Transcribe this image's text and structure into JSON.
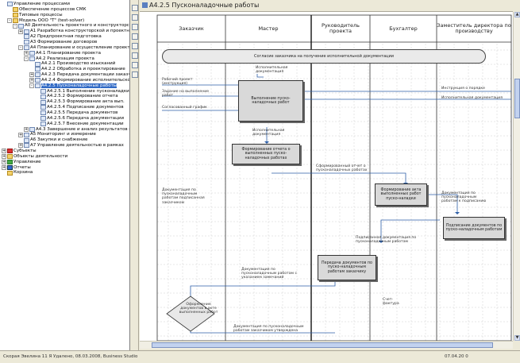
{
  "tree": {
    "items": [
      {
        "indent": 0,
        "exp": "",
        "icon": "doc",
        "text": "Управление процессами"
      },
      {
        "indent": 1,
        "exp": "",
        "icon": "folder",
        "text": "Обеспечение процессов СМК"
      },
      {
        "indent": 1,
        "exp": "",
        "icon": "folder",
        "text": "Типовые процессы"
      },
      {
        "indent": 1,
        "exp": "-",
        "icon": "folder",
        "text": "Модель ООО \"Т\" (test-solver)"
      },
      {
        "indent": 2,
        "exp": "-",
        "icon": "doc",
        "text": "А0 Деятельность проектного и конструкторского"
      },
      {
        "indent": 3,
        "exp": "+",
        "icon": "doc",
        "text": "А1 Разработка конструкторской и проектной доку"
      },
      {
        "indent": 3,
        "exp": "",
        "icon": "doc",
        "text": "А2 Предпроектная подготовка"
      },
      {
        "indent": 3,
        "exp": "",
        "icon": "doc",
        "text": "А3 Формирование договоров"
      },
      {
        "indent": 3,
        "exp": "-",
        "icon": "doc",
        "text": "А4 Планирование и осуществление проектных"
      },
      {
        "indent": 4,
        "exp": "+",
        "icon": "doc",
        "text": "А4.1 Планирование проекта"
      },
      {
        "indent": 4,
        "exp": "-",
        "icon": "doc",
        "text": "А4.2 Реализация проекта"
      },
      {
        "indent": 5,
        "exp": "",
        "icon": "doc",
        "text": "А4.2.1 Производство изысканий"
      },
      {
        "indent": 5,
        "exp": "",
        "icon": "doc",
        "text": "А4.2.2 Обработка и проектирование"
      },
      {
        "indent": 5,
        "exp": "+",
        "icon": "doc",
        "text": "А4.2.3 Передача документации заказчику"
      },
      {
        "indent": 5,
        "exp": "+",
        "icon": "doc",
        "text": "А4.2.4 Формирование исполнительской"
      },
      {
        "indent": 5,
        "exp": "-",
        "icon": "doc",
        "text": "А4.2.5 Пусконаладочные работы"
      },
      {
        "indent": 6,
        "exp": "",
        "icon": "doc",
        "text": "А4.2.5.1 Выполнение пусконаладки"
      },
      {
        "indent": 6,
        "exp": "",
        "icon": "doc",
        "text": "А4.2.5.2 Формирование отчета"
      },
      {
        "indent": 6,
        "exp": "",
        "icon": "doc",
        "text": "А4.2.5.3 Формирование акта вып."
      },
      {
        "indent": 6,
        "exp": "",
        "icon": "doc",
        "text": "А4.2.5.4 Подписание документов"
      },
      {
        "indent": 6,
        "exp": "",
        "icon": "doc",
        "text": "А4.2.5.5 Передача документов"
      },
      {
        "indent": 6,
        "exp": "",
        "icon": "doc",
        "text": "А4.2.5.6 Передача документации"
      },
      {
        "indent": 6,
        "exp": "",
        "icon": "doc",
        "text": "А4.2.5.7 Внесение документации"
      },
      {
        "indent": 4,
        "exp": "+",
        "icon": "doc",
        "text": "А4.3 Завершение и анализ результатов пров"
      },
      {
        "indent": 3,
        "exp": "+",
        "icon": "doc",
        "text": "А5 Мониторинг и измерение"
      },
      {
        "indent": 3,
        "exp": "",
        "icon": "doc",
        "text": "А6 Закупки и снабжение"
      },
      {
        "indent": 3,
        "exp": "+",
        "icon": "doc",
        "text": "А7 Управление деятельностью в рамках"
      },
      {
        "indent": 0,
        "exp": "+",
        "icon": "red",
        "text": "Субъекты"
      },
      {
        "indent": 0,
        "exp": "+",
        "icon": "folder",
        "text": "Объекты деятельности"
      },
      {
        "indent": 0,
        "exp": "+",
        "icon": "grn",
        "text": "Управление"
      },
      {
        "indent": 0,
        "exp": "+",
        "icon": "blu",
        "text": "Отчеты"
      },
      {
        "indent": 0,
        "exp": "",
        "icon": "folder",
        "text": "Корзина"
      }
    ],
    "selected_index": 15
  },
  "document": {
    "tab_title": "А4.2.5 Пусконаладочные работы"
  },
  "lanes": [
    {
      "label": "Заказчик"
    },
    {
      "label": "Мастер"
    },
    {
      "label": "Руководитель проекта"
    },
    {
      "label": "Бухгалтер"
    },
    {
      "label": "Заместитель директора по производству"
    }
  ],
  "diagram": {
    "start_event": "Согласие заказчика на получение исполнительной документации",
    "boxes": [
      {
        "id": "b1",
        "text": "Выполнение пуско-наладочных работ"
      },
      {
        "id": "b2",
        "text": "Формирование отчета о выполненных пуско-наладочных работах"
      },
      {
        "id": "b3",
        "text": "Формирование акта выполненных работ пуско-наладки"
      },
      {
        "id": "b4",
        "text": "Подписание документов по пуско-наладочным работам"
      },
      {
        "id": "b5",
        "text": "Передача документов по пуско-наладочным работам заказчику"
      }
    ],
    "decision": "Оформление документов в акте выполненных работ",
    "labels": [
      {
        "id": "l1",
        "text": "Рабочий проект (инструкция)"
      },
      {
        "id": "l2",
        "text": "Задание на выполнение работ"
      },
      {
        "id": "l3",
        "text": "Согласованный график"
      },
      {
        "id": "l4",
        "text": "Исполнительная документация"
      },
      {
        "id": "l5",
        "text": "Инструкция о порядке"
      },
      {
        "id": "l6",
        "text": "Исполнительная документация"
      },
      {
        "id": "l7",
        "text": "Исполнительная документация"
      },
      {
        "id": "l8",
        "text": "Сформированный отчет о пусконаладочных работах"
      },
      {
        "id": "l9",
        "text": "Документация по пусконаладочным работам подписанная заказчиком"
      },
      {
        "id": "l10",
        "text": "Документация по пусконаладочным работам к подписанию"
      },
      {
        "id": "l11",
        "text": "Подписанная документация по пусконаладочным работам"
      },
      {
        "id": "l12",
        "text": "Документация по пусконаладочным работам с указанием замечаний"
      },
      {
        "id": "l13",
        "text": "Счет-фактура"
      },
      {
        "id": "l14",
        "text": "Документация по пусконаладочным работам заказчиком утверждена"
      }
    ]
  },
  "status": {
    "left": "Скорая Эвелина 11 Я Удалено, 08.03.2008, Business Studio",
    "right": "07.04.20 0"
  }
}
